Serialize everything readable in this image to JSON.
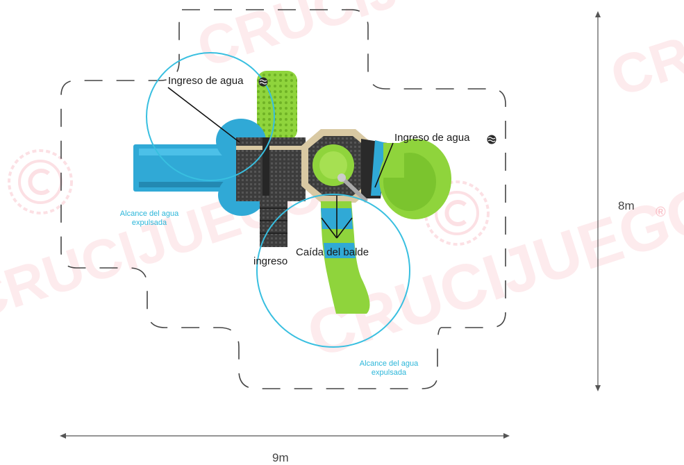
{
  "labels": {
    "water_inlet_1": "Ingreso de agua",
    "water_inlet_2": "Ingreso de agua",
    "bucket_drop": "Caída del balde",
    "entrance": "ingreso",
    "water_reach_1_line1": "Alcance del agua",
    "water_reach_1_line2": "expulsada",
    "water_reach_2_line1": "Alcance del agua",
    "water_reach_2_line2": "expulsada"
  },
  "dimensions": {
    "width": "9m",
    "height": "8m"
  },
  "watermark": {
    "brand_top": "CRUCIJ",
    "brand_main": "CRUCIJUEGOS",
    "brand_left": "CRUCIJUEGOS",
    "brand_right": "CR",
    "registered": "®"
  },
  "colors": {
    "lime": "#8fd43c",
    "cyan": "#30a9d6",
    "deck": "#3b3b3b",
    "beige": "#d9c9a3",
    "circle": "#38bfe0",
    "watermark": "#f05a6e"
  },
  "icons": {
    "water_inlet": "water-wave-icon",
    "watermark_seal": "copyright-seal-icon"
  }
}
